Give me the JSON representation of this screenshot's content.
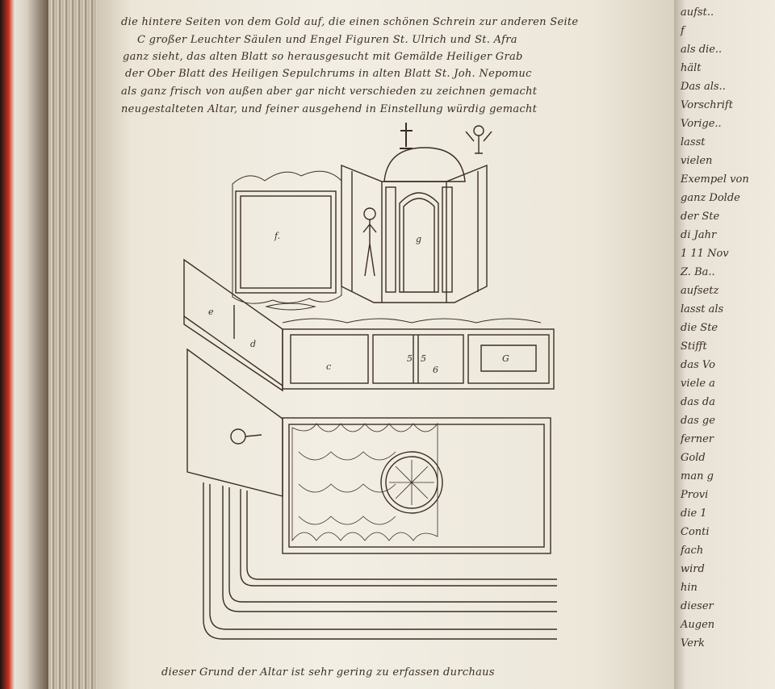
{
  "top_text": [
    "die hintere Seiten von dem Gold auf, die einen schönen Schrein zur anderen Seite",
    "C großer Leuchter Säulen und Engel Figuren St. Ulrich und St. Afra",
    "ganz sieht, das alten Blatt so herausgesucht mit Gemälde Heiliger Grab",
    "der Ober Blatt des Heiligen Sepulchrums in alten Blatt St. Joh. Nepomuc",
    "als ganz frisch von außen aber gar nicht verschieden zu zeichnen gemacht",
    "neugestalteten Altar, und feiner ausgehend in Einstellung würdig gemacht"
  ],
  "bottom_text": [
    "dieser Grund der Altar ist sehr gering zu erfassen durchaus"
  ],
  "right_page_text": [
    "aufst..",
    "f",
    "als die..",
    "hält",
    "Das als..",
    "Vorschrift",
    "Vorige..",
    "lasst",
    "vielen",
    "Exempel von",
    "ganz Dolde",
    "der Ste",
    "di Jahr",
    "1 11 Nov",
    "Z. Ba..",
    "aufsetz",
    "lasst als",
    "die Ste",
    "Stifft",
    "das Vo",
    "viele a",
    "das da",
    "das ge",
    "ferner",
    "Gold",
    "man g",
    "Provi",
    "die 1",
    "Conti",
    "fach",
    "wird",
    "hin",
    "dieser",
    "Augen",
    "Verk"
  ],
  "drawing_labels": {
    "painting_f": "f.",
    "shrine_g": "g",
    "side_e": "e",
    "side_d": "d",
    "drawer_c": "c",
    "door_1": "5",
    "door_2": "5",
    "door_3": "6",
    "cartouche_g": "G"
  },
  "colors": {
    "ink": "#3b2d22",
    "paper": "#f2eee4",
    "bookmark": "#c9321f"
  }
}
